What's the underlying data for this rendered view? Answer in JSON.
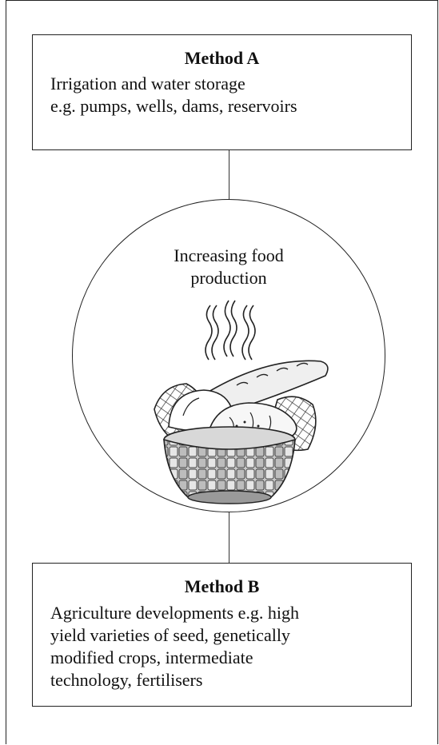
{
  "method_a": {
    "title": "Method A",
    "line1": "Irrigation and water storage",
    "line2": "e.g. pumps, wells, dams, reservoirs"
  },
  "center": {
    "line1": "Increasing food",
    "line2": "production",
    "icon": "bread-basket-icon"
  },
  "method_b": {
    "title": "Method B",
    "line1": "Agriculture developments e.g. high",
    "line2": "yield varieties of seed, genetically",
    "line3": "modified crops, intermediate",
    "line4": "technology, fertilisers"
  }
}
